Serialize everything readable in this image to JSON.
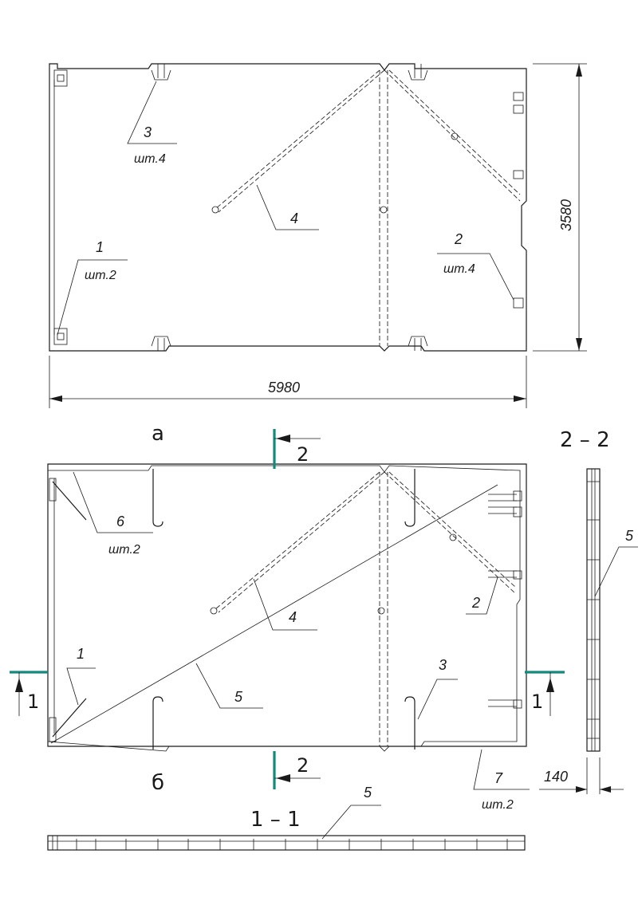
{
  "top_view": {
    "dim_width": "5980",
    "dim_height": "3580",
    "callouts": [
      {
        "num": "3",
        "qty": "шт.4"
      },
      {
        "num": "1",
        "qty": "шт.2"
      },
      {
        "num": "4",
        "qty": ""
      },
      {
        "num": "2",
        "qty": "шт.4"
      }
    ]
  },
  "bottom_view": {
    "label_top": "а",
    "label_bottom": "б",
    "section_mark_vertical": "2",
    "section_mark_horizontal": "1",
    "callouts": [
      {
        "num": "6",
        "qty": "шт.2"
      },
      {
        "num": "4"
      },
      {
        "num": "2"
      },
      {
        "num": "1"
      },
      {
        "num": "5"
      },
      {
        "num": "3"
      },
      {
        "num": "7",
        "qty": "шт.2"
      }
    ]
  },
  "section_2_2": {
    "title": "2 – 2",
    "callout": "5",
    "dim_thickness": "140"
  },
  "section_1_1": {
    "title": "1 – 1",
    "callout": "5"
  }
}
